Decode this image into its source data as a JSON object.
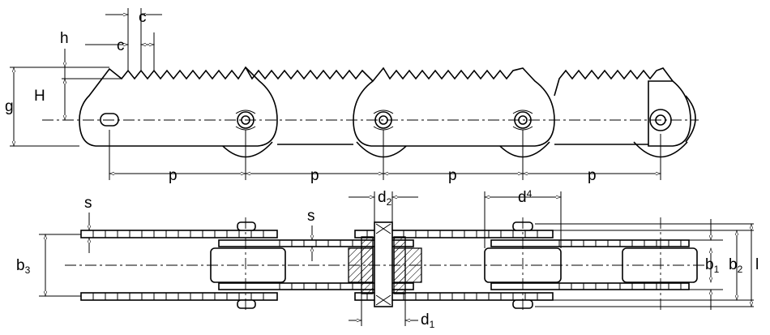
{
  "dimension_labels": {
    "c_top": "c",
    "c_mid": "c",
    "h": "h",
    "H": "H",
    "g": "g",
    "p1": "p",
    "p2": "p",
    "p3": "p",
    "p4": "p",
    "s_left": "s",
    "s_mid": "s",
    "b3": "b",
    "b3_sub": "3",
    "d2": "d",
    "d2_sub": "2",
    "d4": "d",
    "d4_sub": "4",
    "d1": "d",
    "d1_sub": "1",
    "b1": "b",
    "b1_sub": "1",
    "b2": "b",
    "b2_sub": "2",
    "l": "l"
  }
}
